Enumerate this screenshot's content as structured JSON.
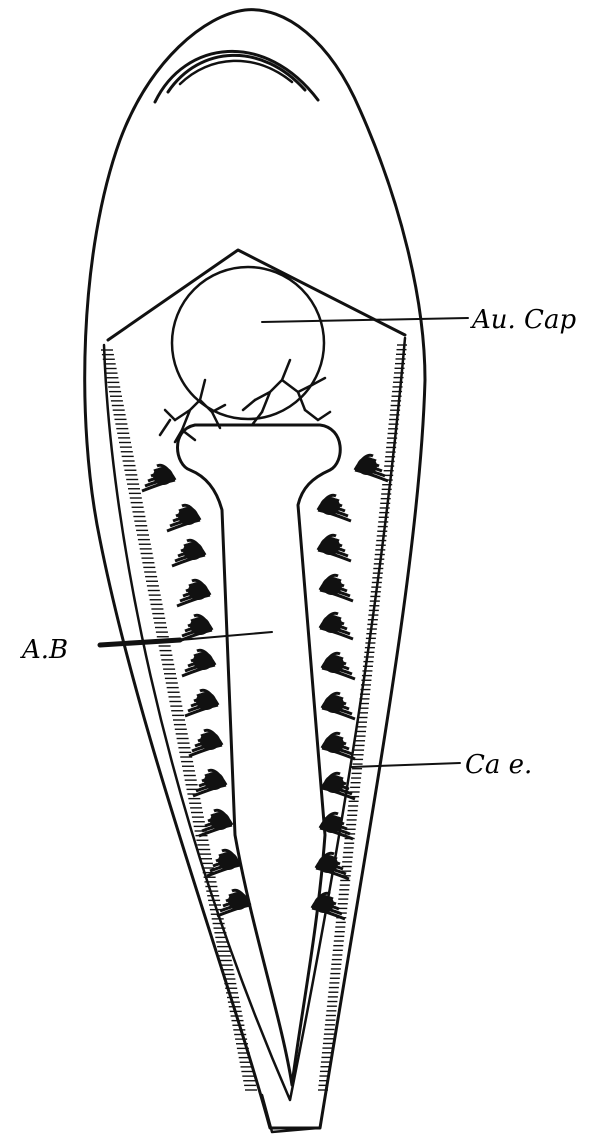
{
  "labels": {
    "auricular_capsule": "Au. Cap",
    "anterior_body": "A.B",
    "caeca": "Ca e."
  },
  "colors": {
    "ink": "#111111",
    "background": "#ffffff"
  }
}
